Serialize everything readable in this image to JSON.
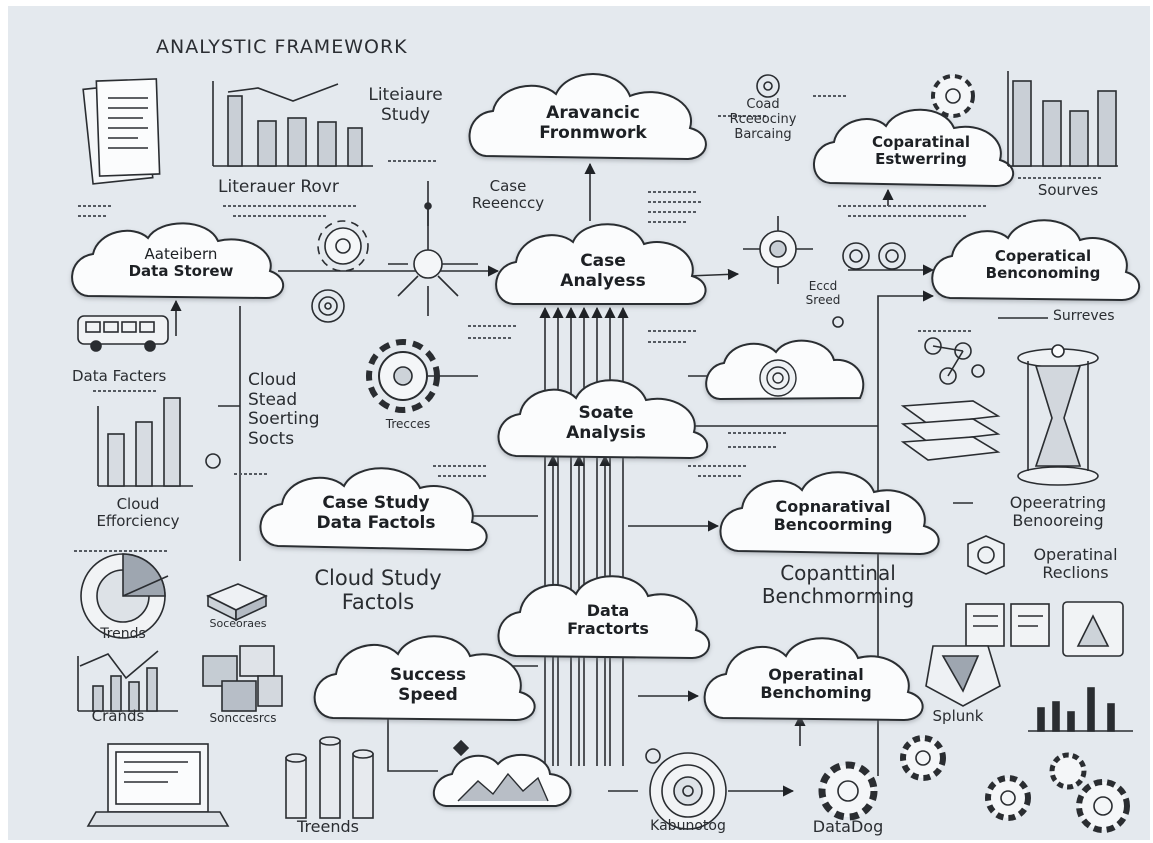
{
  "title": "ANALYSTIC FRAMEWORK",
  "clouds": {
    "top": [
      "Aravancic",
      "Fronmwork"
    ],
    "data_storew": [
      "Aateibern",
      "Data Storew"
    ],
    "case_analyess": [
      "Case",
      "Analyess"
    ],
    "soate_analysis": [
      "Soate",
      "Analysis"
    ],
    "case_study": [
      "Case Study",
      "Data Factols"
    ],
    "success_speed": [
      "Success",
      "Speed"
    ],
    "data_fractorts": [
      "Data",
      "Fractorts"
    ],
    "coparational_estworing": [
      "Coparatinal",
      "Estwerring"
    ],
    "coperatical_benconoming": [
      "Coperatical",
      "Benconoming"
    ],
    "copnaratival": [
      "Copnaratival",
      "Bencoorming"
    ],
    "operatinal_benchoming": [
      "Operatinal",
      "Benchoming"
    ]
  },
  "labels": {
    "literature_study": [
      "Liteiaure",
      "Study"
    ],
    "literature_rover": "Literauer Rovr",
    "cloud_concealing": [
      "Coad",
      "Rceeociny",
      "Barcaing"
    ],
    "case_reeenccy": [
      "Case",
      "Reeenccy"
    ],
    "srurves_top": [
      "Sourves"
    ],
    "data_facters": "Data Facters",
    "cloud_stead": [
      "Cloud",
      "Stead",
      "Soerting",
      "Socts"
    ],
    "trecces": "Trecces",
    "cloud_effordency": [
      "Cloud",
      "Efforciency"
    ],
    "trends_1": "Trends",
    "crands": "Crands",
    "cloud_study_factols": [
      "Cloud Study",
      "Factols"
    ],
    "copantinal_benchmorming": [
      "Copanttinal",
      "Benchmorming"
    ],
    "surreves": "Surreves",
    "operating_benoobring": [
      "Opeeratring",
      "Benooreing"
    ],
    "operatinal_reclions": [
      "Operatinal",
      "Reclions"
    ],
    "eccd_steed": [
      "Eccd",
      "Sreed"
    ],
    "splunk": "Splunk",
    "trends_bottom": "Treends",
    "kabunotog": "Kabunotog",
    "datadog": "DataDog",
    "soceoraes": "Soceoraes",
    "sonceoraes": "Sonccesrcs"
  }
}
